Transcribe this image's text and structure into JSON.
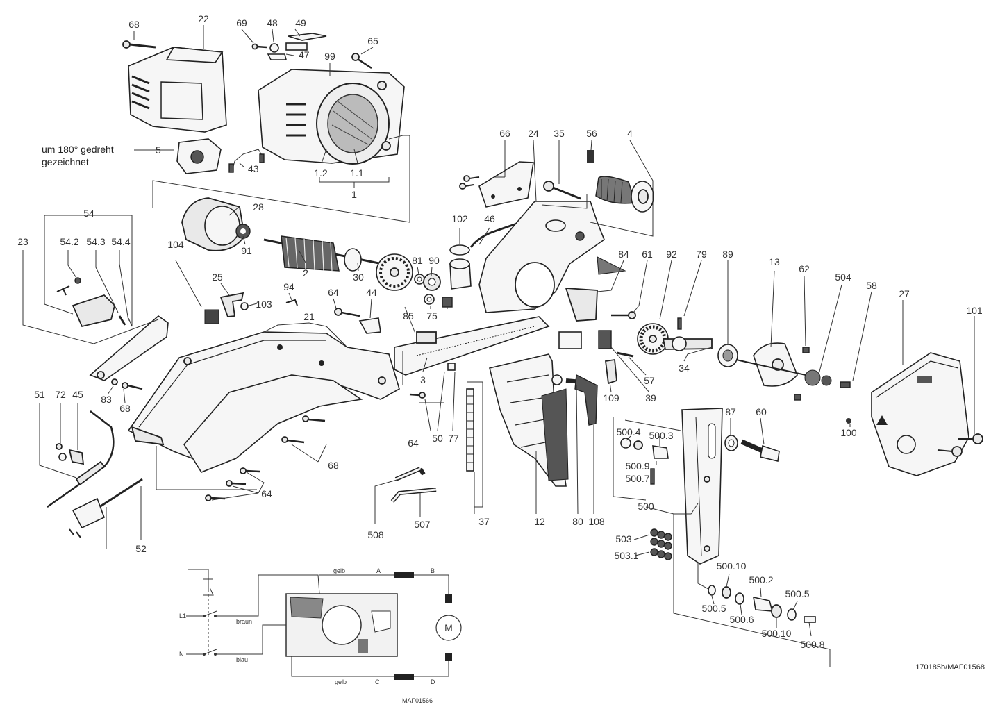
{
  "notes": {
    "rotated_line1": "um 180° gedreht",
    "rotated_line2": "gezeichnet",
    "drawing_ref": "170185b/MAF01568",
    "schematic_ref": "MAF01566"
  },
  "part_labels": {
    "p68a": "68",
    "p22": "22",
    "p69": "69",
    "p48": "48",
    "p49": "49",
    "p47": "47",
    "p65": "65",
    "p99": "99",
    "p5": "5",
    "p43": "43",
    "p1_2": "1.2",
    "p1_1": "1.1",
    "p1": "1",
    "p66": "66",
    "p24": "24",
    "p35": "35",
    "p56": "56",
    "p4": "4",
    "p54": "54",
    "p28": "28",
    "p23": "23",
    "p54_2": "54.2",
    "p54_3": "54.3",
    "p54_4": "54.4",
    "p104": "104",
    "p102": "102",
    "p46": "46",
    "p91": "91",
    "p2": "2",
    "p30": "30",
    "p81": "81",
    "p90": "90",
    "p84": "84",
    "p61": "61",
    "p92": "92",
    "p79": "79",
    "p89": "89",
    "p13": "13",
    "p62": "62",
    "p504": "504",
    "p58": "58",
    "p27": "27",
    "p101": "101",
    "p25": "25",
    "p94": "94",
    "p103": "103",
    "p64a": "64",
    "p44": "44",
    "p85": "85",
    "p75": "75",
    "p21": "21",
    "p34": "34",
    "p57": "57",
    "p39": "39",
    "p109": "109",
    "p3": "3",
    "p83": "83",
    "p68b": "68",
    "p51": "51",
    "p72": "72",
    "p45": "45",
    "p64b": "64",
    "p50": "50",
    "p77": "77",
    "p87": "87",
    "p60": "60",
    "p100": "100",
    "p500_4": "500.4",
    "p500_3": "500.3",
    "p500_9": "500.9",
    "p500_7": "500.7",
    "p68c": "68",
    "p64c": "64",
    "p37": "37",
    "p12": "12",
    "p80": "80",
    "p108": "108",
    "p500": "500",
    "p503": "503",
    "p503_1": "503.1",
    "p52": "52",
    "p508": "508",
    "p507": "507",
    "p500_10a": "500.10",
    "p500_2": "500.2",
    "p500_5a": "500.5",
    "p500_6": "500.6",
    "p500_10b": "500.10",
    "p500_5b": "500.5",
    "p500_8": "500.8"
  },
  "schematic": {
    "L1": "L1",
    "N": "N",
    "braun": "braun",
    "blau": "blau",
    "gelb_top": "gelb",
    "gelb_bottom": "gelb",
    "A": "A",
    "B": "B",
    "C": "C",
    "D": "D",
    "motor": "M"
  }
}
